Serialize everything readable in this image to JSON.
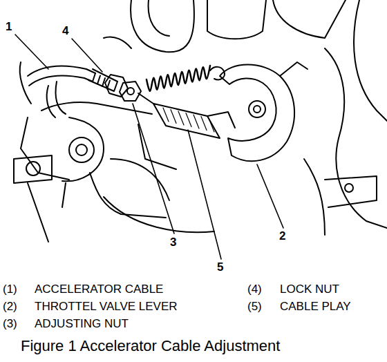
{
  "diagram": {
    "caption": "Figure 1 Accelerator Cable Adjustment",
    "labels": [
      "1",
      "4",
      "3",
      "5",
      "2",
      "(1)",
      "ACCELERATOR CABLE",
      "(4)",
      "LOCK NUT",
      "(2)",
      "THROTTEL VALVE LEVER",
      "(5)",
      "CABLE PLAY",
      "(3)",
      "ADJUSTING NUT"
    ]
  }
}
